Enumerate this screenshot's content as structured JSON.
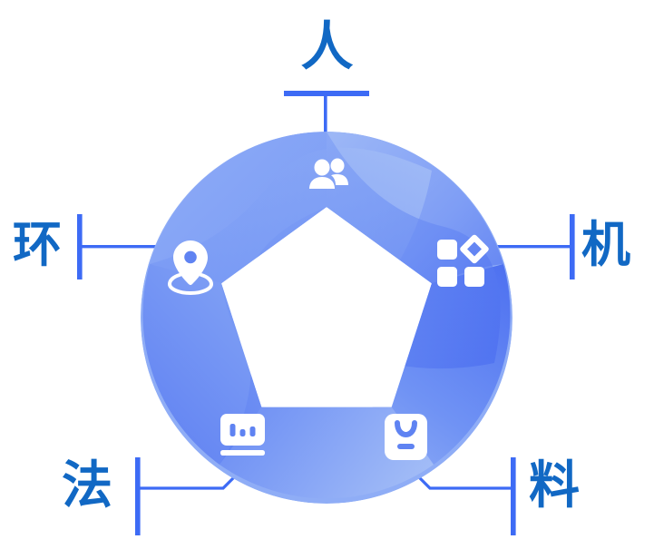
{
  "diagram": {
    "title_text_color": "#1168c4",
    "connector_color": "#3d6bf5",
    "ring_color_light": "#a9c2f7",
    "ring_color_mid": "#7d9cf5",
    "ring_color_dark": "#4a6df0",
    "icon_color": "#ffffff",
    "background": "#ffffff",
    "nodes": [
      {
        "id": "ren",
        "label": "人",
        "icon": "users-icon",
        "position": "top"
      },
      {
        "id": "huan",
        "label": "环",
        "icon": "location-pin-icon",
        "position": "left"
      },
      {
        "id": "ji",
        "label": "机",
        "icon": "grid-apps-icon",
        "position": "right"
      },
      {
        "id": "fa",
        "label": "法",
        "icon": "monitor-chart-icon",
        "position": "bottom-left"
      },
      {
        "id": "liao",
        "label": "料",
        "icon": "package-box-icon",
        "position": "bottom-right"
      }
    ]
  }
}
